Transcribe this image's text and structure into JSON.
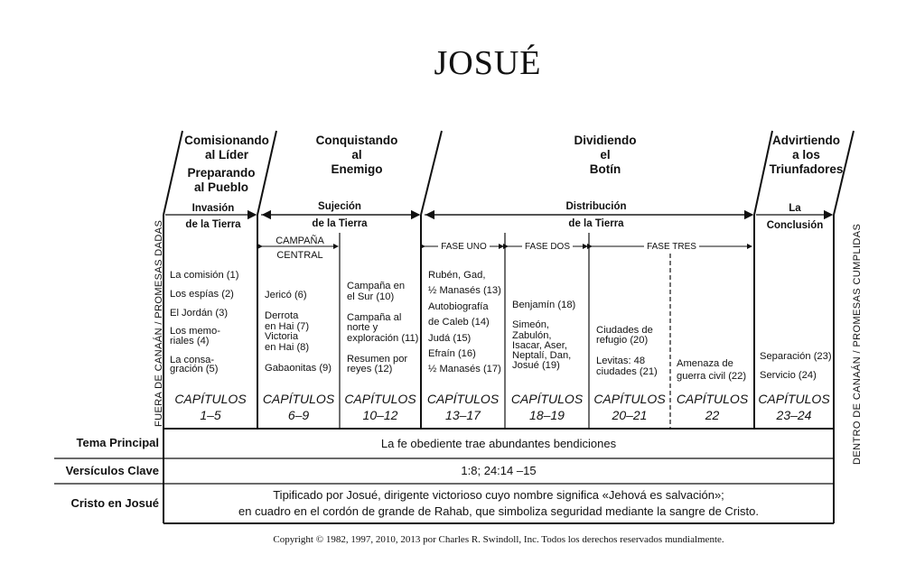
{
  "title": "JOSUÉ",
  "headers": {
    "commissioning": "Comisionando\nal Líder",
    "preparing": "Preparando\nal Pueblo",
    "conquering": "Conquistando\nal\nEnemigo",
    "dividing": "Dividiendo\nel\nBotín",
    "warning": "Advirtiendo\na los\nTriunfadores"
  },
  "sections": {
    "invasion": "Invasión\nde la Tierra",
    "subjection": [
      "Sujeción",
      "de la Tierra"
    ],
    "distribution": [
      "Distribución",
      "de la Tierra"
    ],
    "conclusion": "La\nConclusión",
    "campaign_central": [
      "CAMPAÑA",
      "CENTRAL"
    ],
    "phase_one": "FASE UNO",
    "phase_two": "FASE DOS",
    "phase_three": "FASE TRES"
  },
  "columns": [
    {
      "items": "La comisión (1)\n\nLos espías (2)\n\nEl Jordán (3)\n\nLos memo-\nriales (4)\n\nLa consa-\ngración (5)",
      "cap": "CAPÍTULOS",
      "range": "1–5"
    },
    {
      "items": "Jericó (6)\n\nDerrota\nen Hai (7)\nVictoria\nen Hai (8)\n\nGabaonitas (9)",
      "cap": "CAPÍTULOS",
      "range": "6–9"
    },
    {
      "items": "Campaña en\nel Sur (10)\n\nCampaña al\nnorte y\nexploración (11)\n\nResumen por\nreyes (12)",
      "cap": "CAPÍTULOS",
      "range": "10–12"
    },
    {
      "items": "Rubén, Gad,\n½ Manasés (13)\nAutobiografía\nde Caleb (14)\nJudá (15)\nEfraín (16)\n½ Manasés (17)",
      "cap": "CAPÍTULOS",
      "range": "13–17"
    },
    {
      "items": "Benjamín (18)\n\nSimeón,\nZabulón,\nIsacar, Aser,\nNeptalí, Dan,\nJosué (19)",
      "cap": "CAPÍTULOS",
      "range": "18–19"
    },
    {
      "items": "Ciudades de\nrefugio (20)\n\nLevitas: 48\nciudades (21)",
      "cap": "CAPÍTULOS",
      "range": "20–21"
    },
    {
      "items": "Amenaza de\nguerra civil (22)",
      "cap": "CAPÍTULOS",
      "range": "22"
    },
    {
      "items": "Separación (23)\n\nServicio (24)",
      "cap": "CAPÍTULOS",
      "range": "23–24"
    }
  ],
  "left_side": "FUERA DE CANAÁN / PROMESAS DADAS",
  "right_side": "DENTRO DE CANAÁN / PROMESAS CUMPLIDAS",
  "rows": {
    "theme_label": "Tema Principal",
    "theme_text": "La fe obediente trae abundantes bendiciones",
    "verses_label": "Versículos Clave",
    "verses_text": "1:8; 24:14 –15",
    "christ_label": "Cristo en Josué",
    "christ_text": "Tipificado por Josué, dirigente victorioso cuyo nombre significa «Jehová es salvación»;\nen cuadro en el cordón de grande de Rahab, que simboliza seguridad mediante la sangre de Cristo."
  },
  "copyright": "Copyright © 1982, 1997, 2010, 2013 por Charles R. Swindoll, Inc. Todos los derechos reservados mundialmente."
}
